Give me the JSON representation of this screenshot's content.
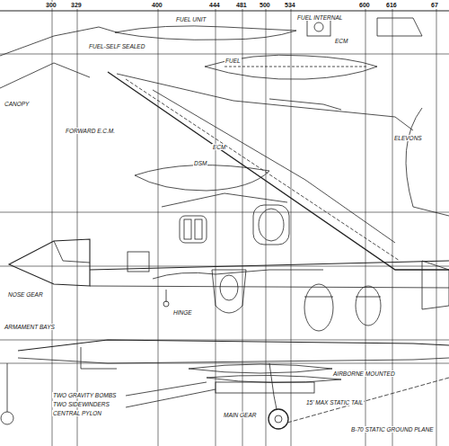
{
  "diagram": {
    "labels": [
      "300",
      "329",
      "400",
      "444",
      "481",
      "500",
      "534",
      "600",
      "616",
      "67",
      "FUEL UNIT",
      "FUEL-SELF SEALED",
      "FUEL INTERNAL",
      "ECM",
      "FUEL",
      "CANOPY",
      "FORWARD E.C.M.",
      "ECM",
      "DSM",
      "ELEVONS",
      "NOSE GEAR",
      "ARMAMENT BAYS",
      "HINGE",
      "TWO GRAVITY BOMBS",
      "TWO SIDEWINDERS",
      "CENTRAL PYLON",
      "MAIN GEAR",
      "AIRBORNE MOUNTED",
      "15' MAX STATIC TAIL",
      "B-70 STATIC GROUND PLANE"
    ]
  }
}
